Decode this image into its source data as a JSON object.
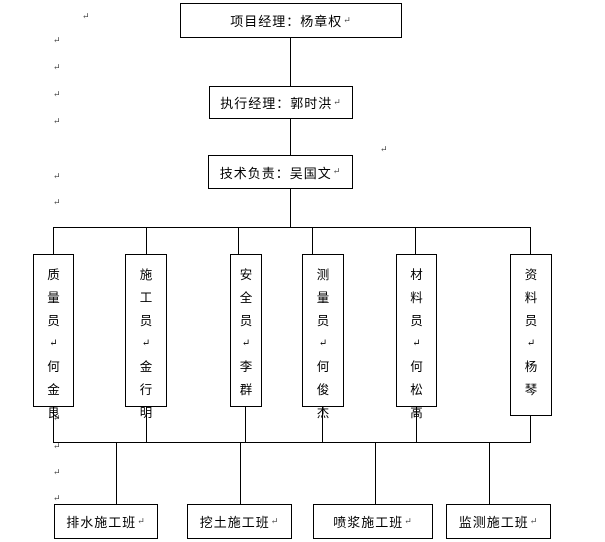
{
  "return_mark": "↵",
  "top_chain": [
    {
      "key": "pm",
      "text": "项目经理：杨章权"
    },
    {
      "key": "exec",
      "text": "执行经理：郭时洪"
    },
    {
      "key": "tech",
      "text": "技术负责：吴国文"
    }
  ],
  "staff": [
    {
      "key": "quality",
      "chars": [
        "质",
        "量",
        "员",
        "↵",
        "何",
        "金",
        "良"
      ]
    },
    {
      "key": "construction",
      "chars": [
        "施",
        "工",
        "员",
        "↵",
        "金",
        "行",
        "明"
      ]
    },
    {
      "key": "safety",
      "chars": [
        "安",
        "全",
        "员",
        "↵",
        "李",
        "群"
      ]
    },
    {
      "key": "survey",
      "chars": [
        "测",
        "量",
        "员",
        "↵",
        "何",
        "俊",
        "杰"
      ]
    },
    {
      "key": "material",
      "chars": [
        "材",
        "料",
        "员",
        "↵",
        "何",
        "松",
        "高"
      ]
    },
    {
      "key": "document",
      "chars": [
        "资",
        "料",
        "员",
        "↵",
        "杨",
        "琴"
      ]
    }
  ],
  "teams": [
    {
      "key": "drainage",
      "text": "排水施工班"
    },
    {
      "key": "earthwork",
      "text": "挖土施工班"
    },
    {
      "key": "grouting",
      "text": "喷浆施工班"
    },
    {
      "key": "monitoring",
      "text": "监测施工班"
    }
  ]
}
